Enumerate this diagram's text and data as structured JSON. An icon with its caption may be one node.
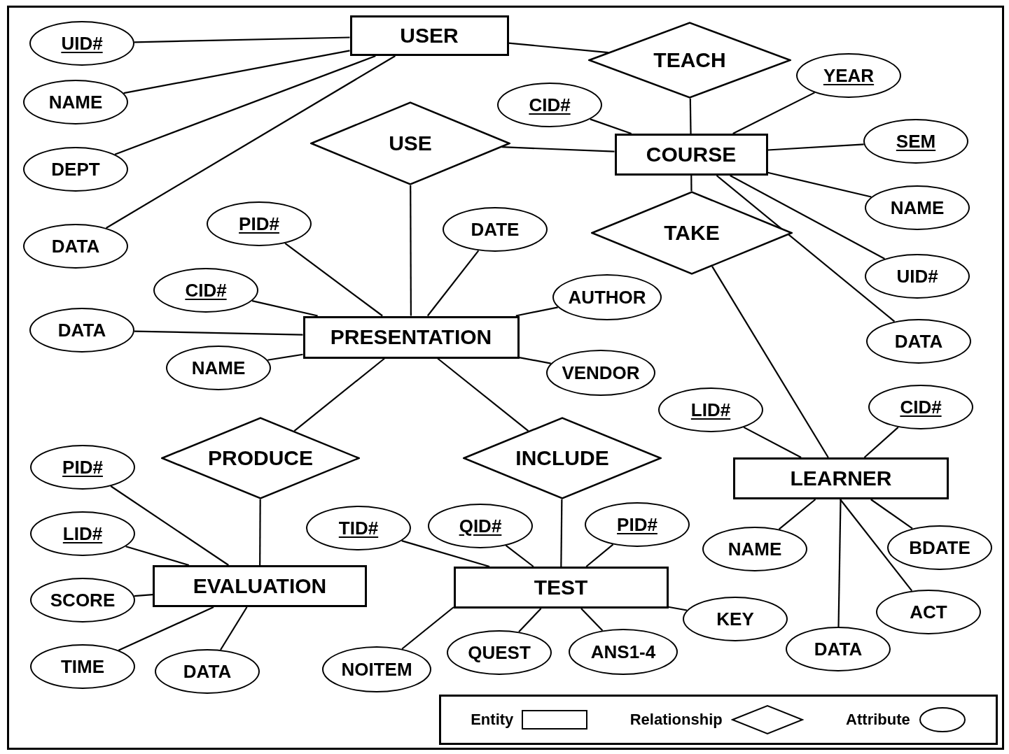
{
  "diagram": {
    "nodes": [
      {
        "text": [
          "USER"
        ]
      },
      {
        "text": [
          "UID#"
        ]
      },
      {
        "text": [
          "TEACH"
        ]
      },
      {
        "text": [
          "YEAR"
        ]
      },
      {
        "text": [
          "NAME"
        ]
      },
      {
        "text": [
          "CID#"
        ]
      },
      {
        "text": [
          "USE"
        ]
      },
      {
        "text": [
          "COURSE"
        ]
      },
      {
        "text": [
          "SEM"
        ]
      },
      {
        "text": [
          "DEPT"
        ]
      },
      {
        "text": [
          "NAME"
        ]
      },
      {
        "text": [
          "PID#"
        ]
      },
      {
        "text": [
          "DATE"
        ]
      },
      {
        "text": [
          "TAKE"
        ]
      },
      {
        "text": [
          "DATA"
        ]
      },
      {
        "text": [
          "UID#"
        ]
      },
      {
        "text": [
          "CID#"
        ]
      },
      {
        "text": [
          "AUTHOR"
        ]
      },
      {
        "text": [
          "DATA"
        ]
      },
      {
        "text": [
          "PRESENTATION"
        ]
      },
      {
        "text": [
          "DATA"
        ]
      },
      {
        "text": [
          "NAME"
        ]
      },
      {
        "text": [
          "VENDOR"
        ]
      },
      {
        "text": [
          "CID#"
        ]
      },
      {
        "text": [
          "LID#"
        ]
      },
      {
        "text": [
          "PRODUCE"
        ]
      },
      {
        "text": [
          "INCLUDE"
        ]
      },
      {
        "text": [
          "PID#"
        ]
      },
      {
        "text": [
          "LEARNER"
        ]
      },
      {
        "text": [
          "PID#"
        ]
      },
      {
        "text": [
          "QID#"
        ]
      },
      {
        "text": [
          "TID#"
        ]
      },
      {
        "text": [
          "LID#"
        ]
      },
      {
        "text": [
          "BDATE"
        ]
      },
      {
        "text": [
          "NAME"
        ]
      },
      {
        "text": [
          "EVALUATION"
        ]
      },
      {
        "text": [
          "TEST"
        ]
      },
      {
        "text": [
          "SCORE"
        ]
      },
      {
        "text": [
          "ACT"
        ]
      },
      {
        "text": [
          "KEY"
        ]
      },
      {
        "text": [
          "DATA"
        ]
      },
      {
        "text": [
          "ANS1-4"
        ]
      },
      {
        "text": [
          "QUEST"
        ]
      },
      {
        "text": [
          "TIME"
        ]
      },
      {
        "text": [
          "NOITEM"
        ]
      },
      {
        "text": [
          "DATA"
        ]
      }
    ],
    "edges": [
      {
        "from": 0,
        "to": 1,
        "arrow": "none"
      },
      {
        "from": 0,
        "to": 4,
        "arrow": "none"
      },
      {
        "from": 0,
        "to": 9,
        "arrow": "none"
      },
      {
        "from": 0,
        "to": 14,
        "arrow": "none"
      },
      {
        "from": 0,
        "to": 2,
        "arrow": "none"
      },
      {
        "from": 2,
        "to": 7,
        "arrow": "none"
      },
      {
        "from": 7,
        "to": 3,
        "arrow": "none"
      },
      {
        "from": 7,
        "to": 5,
        "arrow": "none"
      },
      {
        "from": 7,
        "to": 8,
        "arrow": "none"
      },
      {
        "from": 7,
        "to": 10,
        "arrow": "none"
      },
      {
        "from": 7,
        "to": 15,
        "arrow": "none"
      },
      {
        "from": 7,
        "to": 20,
        "arrow": "none"
      },
      {
        "from": 6,
        "to": 7,
        "arrow": "none"
      },
      {
        "from": 6,
        "to": 19,
        "arrow": "none"
      },
      {
        "from": 7,
        "to": 13,
        "arrow": "none"
      },
      {
        "from": 13,
        "to": 28,
        "arrow": "none"
      },
      {
        "from": 19,
        "to": 11,
        "arrow": "none"
      },
      {
        "from": 19,
        "to": 12,
        "arrow": "none"
      },
      {
        "from": 19,
        "to": 16,
        "arrow": "none"
      },
      {
        "from": 19,
        "to": 17,
        "arrow": "none"
      },
      {
        "from": 19,
        "to": 18,
        "arrow": "none"
      },
      {
        "from": 19,
        "to": 21,
        "arrow": "none"
      },
      {
        "from": 19,
        "to": 22,
        "arrow": "none"
      },
      {
        "from": 19,
        "to": 25,
        "arrow": "none"
      },
      {
        "from": 19,
        "to": 26,
        "arrow": "none"
      },
      {
        "from": 25,
        "to": 35,
        "arrow": "none"
      },
      {
        "from": 26,
        "to": 36,
        "arrow": "none"
      },
      {
        "from": 35,
        "to": 27,
        "arrow": "none"
      },
      {
        "from": 35,
        "to": 32,
        "arrow": "none"
      },
      {
        "from": 35,
        "to": 37,
        "arrow": "none"
      },
      {
        "from": 35,
        "to": 43,
        "arrow": "none"
      },
      {
        "from": 35,
        "to": 45,
        "arrow": "none"
      },
      {
        "from": 36,
        "to": 29,
        "arrow": "none"
      },
      {
        "from": 36,
        "to": 30,
        "arrow": "none"
      },
      {
        "from": 36,
        "to": 31,
        "arrow": "none"
      },
      {
        "from": 36,
        "to": 39,
        "arrow": "none"
      },
      {
        "from": 36,
        "to": 41,
        "arrow": "none"
      },
      {
        "from": 36,
        "to": 42,
        "arrow": "none"
      },
      {
        "from": 36,
        "to": 44,
        "arrow": "none"
      },
      {
        "from": 28,
        "to": 23,
        "arrow": "none"
      },
      {
        "from": 28,
        "to": 24,
        "arrow": "none"
      },
      {
        "from": 28,
        "to": 33,
        "arrow": "none"
      },
      {
        "from": 28,
        "to": 34,
        "arrow": "none"
      },
      {
        "from": 28,
        "to": 38,
        "arrow": "none"
      },
      {
        "from": 28,
        "to": 40,
        "arrow": "none"
      }
    ],
    "legend": [
      {
        "text": "Entity"
      },
      {
        "text": "Relationship"
      },
      {
        "text": "Attribute"
      }
    ]
  }
}
